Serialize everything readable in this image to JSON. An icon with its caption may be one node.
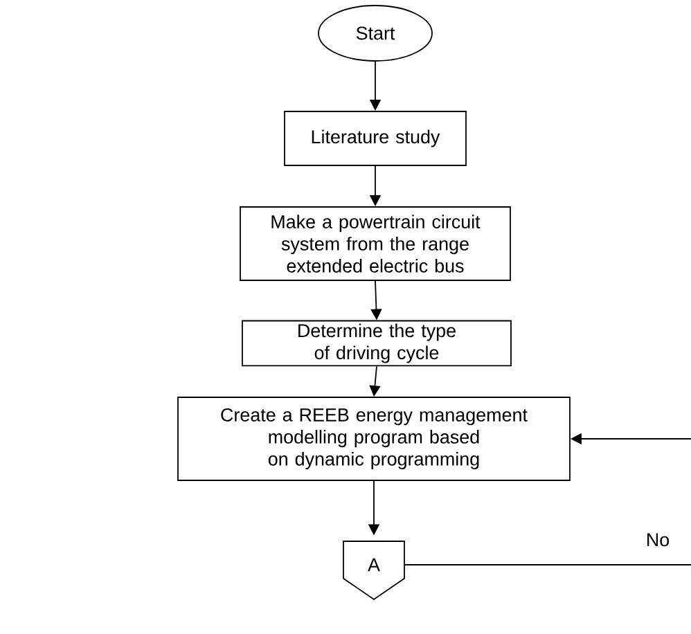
{
  "diagram": {
    "nodes": [
      {
        "text": [
          "Start"
        ]
      },
      {
        "text": [
          "Literature study"
        ]
      },
      {
        "text": [
          "Make a powertrain circuit system from the range extended electric bus"
        ]
      },
      {
        "text": [
          "Determine the type of driving cycle"
        ]
      },
      {
        "text": [
          "Create a REEB energy management modelling program based on dynamic programming"
        ]
      },
      {
        "text": [
          "A"
        ]
      }
    ],
    "edges": [
      {
        "from": 0,
        "to": 1,
        "arrow": "to"
      },
      {
        "from": 1,
        "to": 2,
        "arrow": "to"
      },
      {
        "from": 2,
        "to": 3,
        "arrow": "to"
      },
      {
        "from": 3,
        "to": 4,
        "arrow": "to"
      },
      {
        "from": 4,
        "to": 5,
        "arrow": "to"
      },
      {
        "from": null,
        "to": 4,
        "arrow": "to"
      },
      {
        "from": 5,
        "to": null,
        "arrow": "none",
        "label": "No"
      }
    ]
  }
}
